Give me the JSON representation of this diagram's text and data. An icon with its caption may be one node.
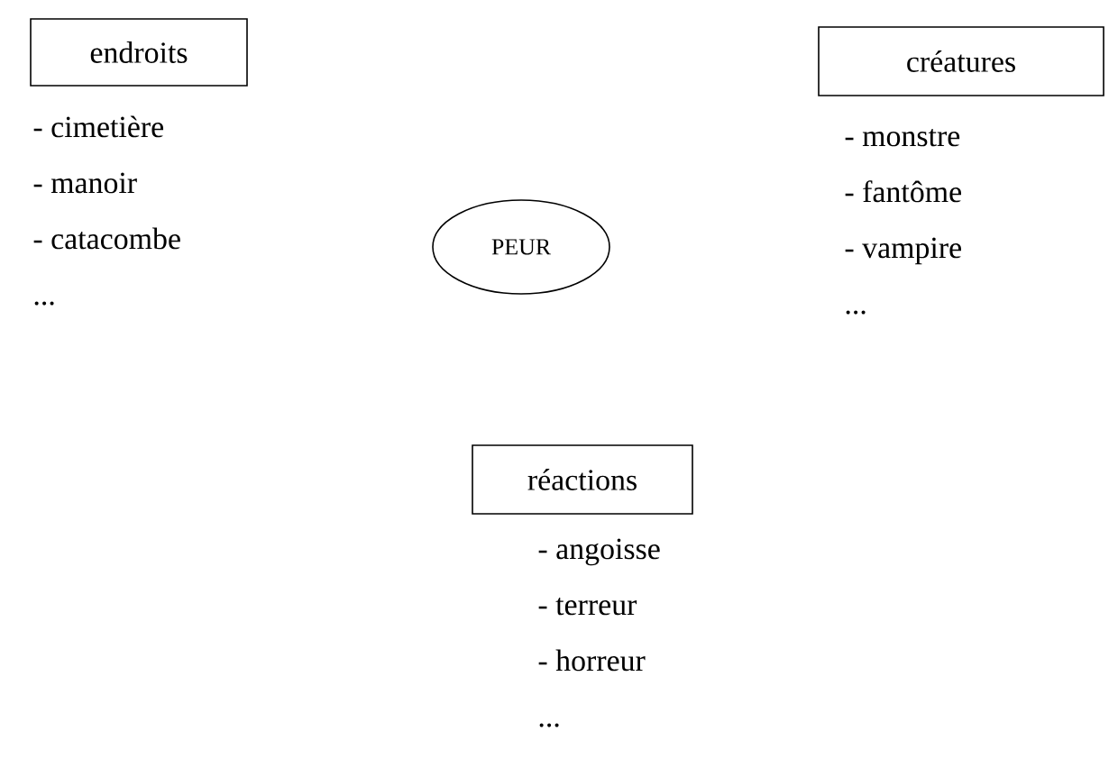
{
  "diagram": {
    "nodes": [
      {
        "text": [
          "endroits"
        ],
        "beside": [
          "- cimetière",
          "- manoir",
          "- catacombe",
          "..."
        ]
      },
      {
        "text": [
          "créatures"
        ],
        "beside": [
          "- monstre",
          "- fantôme",
          "- vampire",
          "..."
        ]
      },
      {
        "text": [
          "PEUR"
        ]
      },
      {
        "text": [
          "réactions"
        ],
        "beside": [
          "- angoisse",
          "- terreur",
          "- horreur",
          "..."
        ]
      }
    ]
  }
}
